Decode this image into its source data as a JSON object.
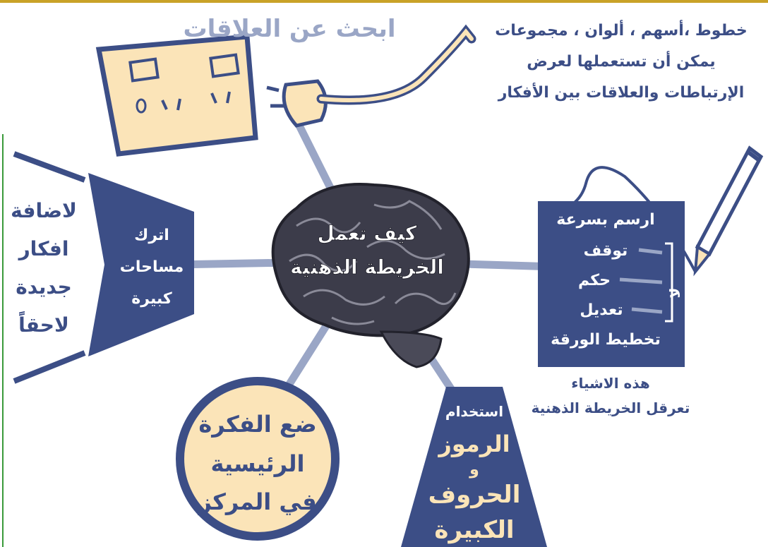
{
  "colors": {
    "navy": "#3c4e86",
    "cream": "#fbe4b8",
    "line": "#9aa6c6",
    "brain_dark": "#2c2c38",
    "brain_light": "#8a8a98",
    "frame_gold": "#c9a227",
    "frame_green": "#3a9a3a"
  },
  "center": {
    "line1": "كيف تعمل",
    "line2": "الخريطة الذهنية"
  },
  "top_socket": {
    "label": "ابحث عن العلاقات",
    "icon": "power-socket-and-plug-icon"
  },
  "top_right_note": {
    "line1": "خطوط ،أسهم ، ألوان ، مجموعات",
    "line2": "يمكن أن تستعملها لعرض",
    "line3": "الإرتباطات والعلاقات بين الأفكار"
  },
  "left_funnel": {
    "inner": [
      "اترك",
      "مساحات",
      "كبيرة"
    ],
    "outer": [
      "لاضافة",
      "افكار",
      "جديدة",
      "لاحقاً"
    ]
  },
  "right_box": {
    "title": "ارسم بسرعة",
    "items": [
      "توقف",
      "حكم",
      "تعديل",
      "تخطيط الورقة"
    ],
    "bracket_text": "لا",
    "icon": "pencil-icon"
  },
  "right_caption": {
    "line1": "هذه الاشياء",
    "line2": "تعرقل الخريطة الذهنية"
  },
  "circle": {
    "lines": [
      "ضع الفكرة",
      "الرئيسية",
      "في المركز"
    ]
  },
  "trapezoid": {
    "lines": [
      "استخدام",
      "الرموز",
      "و",
      "الحروف",
      "الكبيرة"
    ]
  }
}
